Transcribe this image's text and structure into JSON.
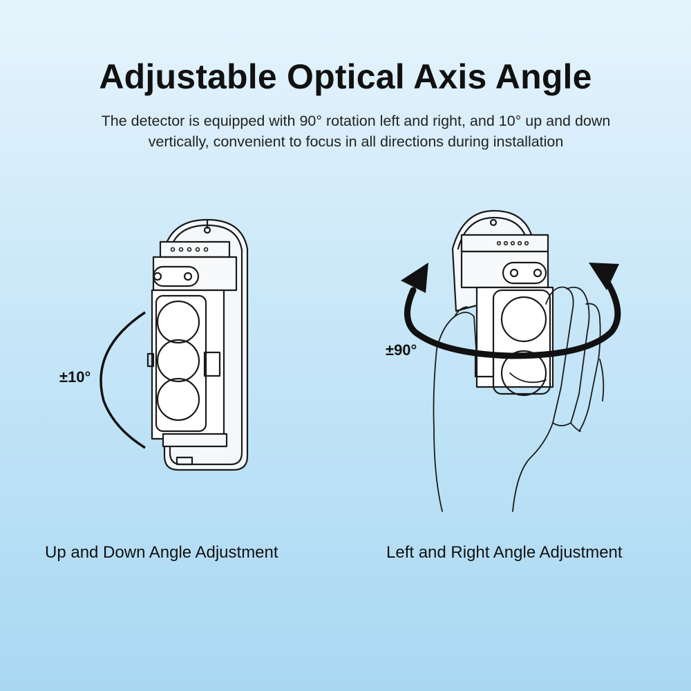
{
  "title": "Adjustable Optical Axis Angle",
  "subtitle": "The detector is equipped with 90° rotation left and right, and 10° up and down vertically, convenient to focus in all directions during installation",
  "left_figure": {
    "angle_label": "±10°",
    "caption": "Up and Down Angle Adjustment"
  },
  "right_figure": {
    "angle_label": "±90°",
    "caption": "Left and Right Angle Adjustment"
  },
  "colors": {
    "background_top": "#e6f4fc",
    "background_bottom": "#a9d8f3",
    "line": "#1a1a1a"
  }
}
